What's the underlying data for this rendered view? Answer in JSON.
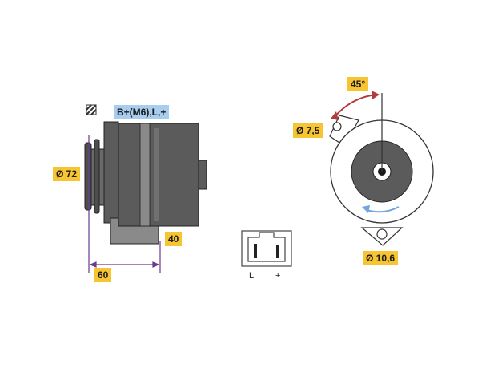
{
  "labels": {
    "terminal_spec": "B+(M6),L,+",
    "pulley_diameter": "Ø 72",
    "length_60": "60",
    "length_40": "40",
    "angle": "45°",
    "hole_small": "Ø 7,5",
    "hole_large": "Ø 10,6"
  },
  "connector": {
    "left_label": "L",
    "right_label": "+"
  },
  "colors": {
    "highlight_yellow": "#f7c531",
    "highlight_blue": "#a8cdee",
    "dimension_purple": "#6b3a8e",
    "rotation_arrow_red": "#b33a3a",
    "rotation_arrow_blue": "#6ea6dd",
    "body_gray": "#5b5b5b",
    "body_light": "#8a8a8a"
  }
}
